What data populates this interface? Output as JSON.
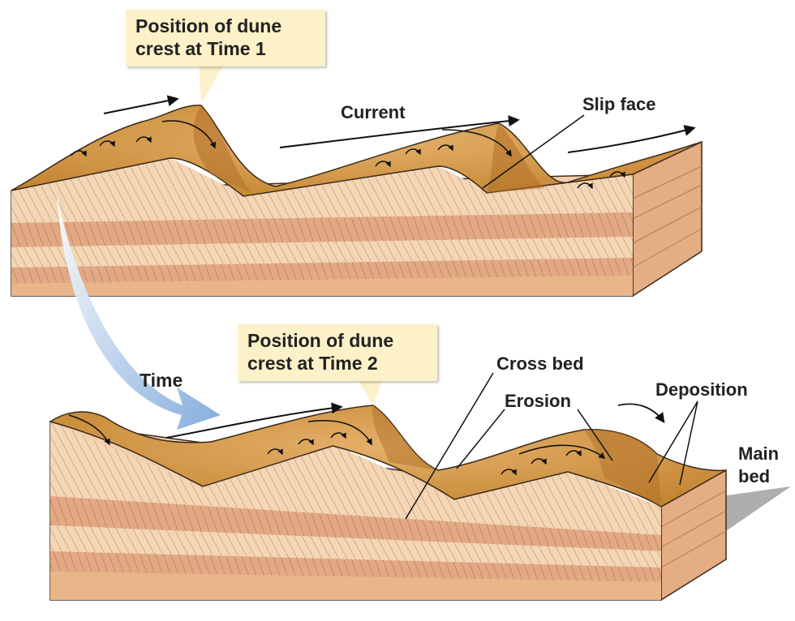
{
  "callouts": {
    "time1_line1": "Position of dune",
    "time1_line2": "crest at Time 1",
    "time2_line1": "Position of dune",
    "time2_line2": "crest at Time 2"
  },
  "labels": {
    "current": "Current",
    "slip_face": "Slip face",
    "time": "Time",
    "cross_bed": "Cross bed",
    "erosion": "Erosion",
    "deposition": "Deposition",
    "main_bed_line1": "Main",
    "main_bed_line2": "bed"
  },
  "colors": {
    "sand_surface": "#c98a3a",
    "sand_light": "#e8b878",
    "strata_light": "#f1cfae",
    "strata_dark": "#dea27b",
    "block_side": "#e8b48a",
    "callout_bg": "#fdf1c9",
    "time_arrow": "#9ec1e6",
    "main_bed_plane": "#9a9a9a"
  }
}
